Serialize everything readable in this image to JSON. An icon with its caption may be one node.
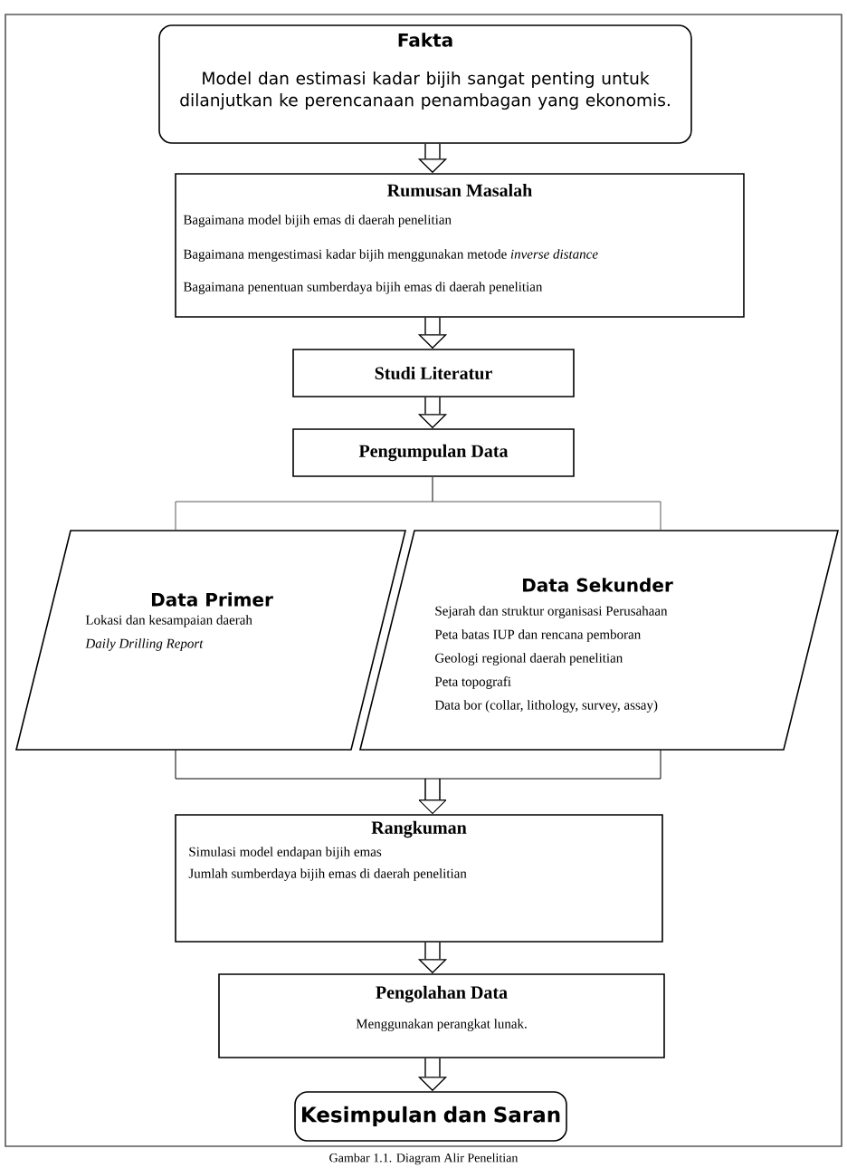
{
  "diagram": {
    "caption": "Gambar 1.1. Diagram Alir Penelitian",
    "nodes": [
      {
        "text": [
          "Fakta",
          "Model dan estimasi kadar bijih sangat penting untuk dilanjutkan ke perencanaan penambagan yang ekonomis."
        ]
      },
      {
        "text": [
          "Rumusan Masalah",
          "Bagaimana model bijih emas di daerah penelitian",
          "Bagaimana mengestimasi kadar bijih menggunakan metode *inverse distance*",
          "Bagaimana penentuan sumberdaya bijih emas di daerah penelitian"
        ]
      },
      {
        "text": [
          "Studi Literatur"
        ]
      },
      {
        "text": [
          "Pengumpulan Data"
        ]
      },
      {
        "text": [
          "Data Primer",
          "Lokasi dan kesampaian daerah",
          "*Daily Drilling Report*"
        ]
      },
      {
        "text": [
          "Data Sekunder",
          "Sejarah dan struktur organisasi Perusahaan",
          "Peta batas IUP dan rencana pemboran",
          "Geologi regional daerah penelitian",
          "Peta topografi",
          "Data bor (collar, lithology, survey, assay)"
        ]
      },
      {
        "text": [
          "Rangkuman",
          "Simulasi model endapan bijih emas",
          "Jumlah sumberdaya bijih emas di daerah penelitian"
        ]
      },
      {
        "text": [
          "Pengolahan Data",
          "Menggunakan perangkat lunak."
        ]
      },
      {
        "text": [
          "Kesimpulan dan Saran"
        ]
      }
    ],
    "edges": [
      {
        "from": 0,
        "to": 1,
        "arrow": "to"
      },
      {
        "from": 1,
        "to": 2,
        "arrow": "to"
      },
      {
        "from": 2,
        "to": 3,
        "arrow": "to"
      },
      {
        "from": 3,
        "to": 4,
        "arrow": "none"
      },
      {
        "from": 3,
        "to": 5,
        "arrow": "none"
      },
      {
        "from": 4,
        "to": 6,
        "arrow": "to"
      },
      {
        "from": 5,
        "to": 6,
        "arrow": "to"
      },
      {
        "from": 6,
        "to": 7,
        "arrow": "to"
      },
      {
        "from": 7,
        "to": 8,
        "arrow": "to"
      }
    ]
  }
}
